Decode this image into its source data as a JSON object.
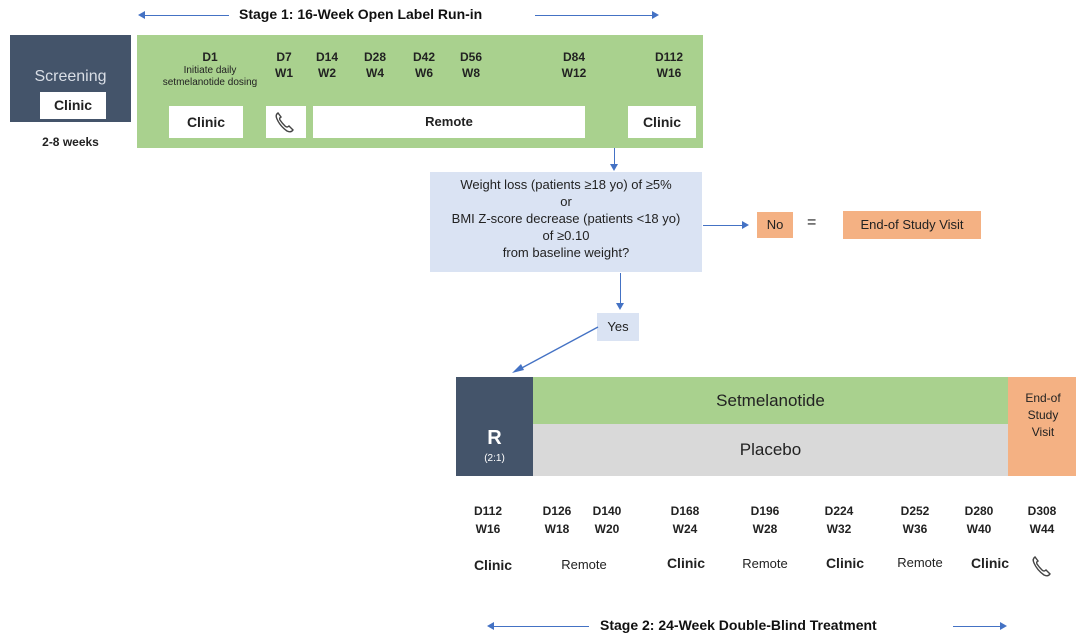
{
  "stage1": {
    "title": "Stage 1: 16-Week Open Label Run-in"
  },
  "screening": {
    "label": "Screening",
    "clinic": "Clinic",
    "duration": "2-8 weeks"
  },
  "stage1_visits": [
    {
      "day": "D1",
      "note_line1": "Initiate daily",
      "note_line2": "setmelanotide dosing"
    },
    {
      "day": "D7",
      "week": "W1"
    },
    {
      "day": "D14",
      "week": "W2"
    },
    {
      "day": "D28",
      "week": "W4"
    },
    {
      "day": "D42",
      "week": "W6"
    },
    {
      "day": "D56",
      "week": "W8"
    },
    {
      "day": "D84",
      "week": "W12"
    },
    {
      "day": "D112",
      "week": "W16"
    }
  ],
  "stage1_types": {
    "clinic_left": "Clinic",
    "phone_icon": "phone-icon",
    "remote": "Remote",
    "clinic_right": "Clinic"
  },
  "decision": {
    "line1": "Weight loss (patients ≥18 yo) of ≥5%",
    "line2": "or",
    "line3": "BMI Z-score decrease (patients <18 yo)",
    "line4": "of ≥0.10",
    "line5": "from baseline weight?"
  },
  "no_label": "No",
  "equals": "=",
  "eos_stage1": "End-of Study Visit",
  "yes_label": "Yes",
  "randomization": {
    "letter": "R",
    "ratio": "(2:1)"
  },
  "arms": {
    "treatment": "Setmelanotide",
    "placebo": "Placebo"
  },
  "eos_stage2": {
    "line1": "End-of",
    "line2": "Study",
    "line3": "Visit"
  },
  "stage2_visits": [
    {
      "day": "D112",
      "week": "W16"
    },
    {
      "day": "D126",
      "week": "W18"
    },
    {
      "day": "D140",
      "week": "W20"
    },
    {
      "day": "D168",
      "week": "W24"
    },
    {
      "day": "D196",
      "week": "W28"
    },
    {
      "day": "D224",
      "week": "W32"
    },
    {
      "day": "D252",
      "week": "W36"
    },
    {
      "day": "D280",
      "week": "W40"
    },
    {
      "day": "D308",
      "week": "W44"
    }
  ],
  "stage2_types": [
    "Clinic",
    "Remote",
    "Clinic",
    "Remote",
    "Clinic",
    "Remote",
    "Clinic"
  ],
  "stage2": {
    "title": "Stage 2:  24-Week Double-Blind Treatment"
  },
  "colors": {
    "dark_slate": "#44546a",
    "green": "#a9d18e",
    "light_blue": "#dae3f3",
    "orange": "#f4b183",
    "gray": "#d9d9d9",
    "arrow": "#4472c4"
  }
}
